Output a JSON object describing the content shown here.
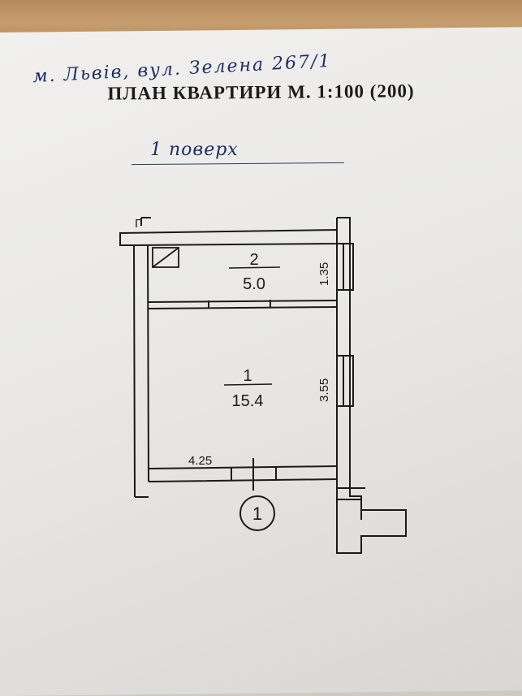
{
  "header": {
    "handwritten_address": "м. Львів, вул. Зелена 267/1",
    "title": "ПЛАН КВАРТИРИ М. 1:100 (200)",
    "floor": "1 поверх"
  },
  "plan": {
    "rooms": [
      {
        "number": "2",
        "area": "5.0"
      },
      {
        "number": "1",
        "area": "15.4"
      }
    ],
    "dimensions": {
      "room2_depth": "1.35",
      "room1_depth": "3.55",
      "width": "4.25"
    },
    "apartment_marker": "1",
    "corner_mark": "Г"
  },
  "colors": {
    "paper": "#ecebe9",
    "ink": "#1a1a1a",
    "pen": "#1f2f63",
    "table": "#c49a6c"
  }
}
